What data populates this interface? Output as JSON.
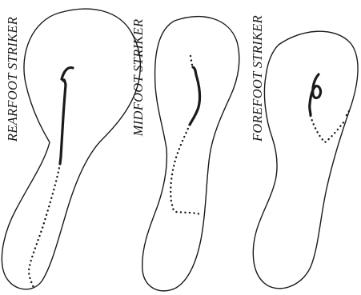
{
  "panels": [
    {
      "label": "REARFOOT STRIKER"
    },
    {
      "label": "MIDFOOT STRIKER"
    },
    {
      "label": "FOREFOOT STRIKER"
    }
  ]
}
